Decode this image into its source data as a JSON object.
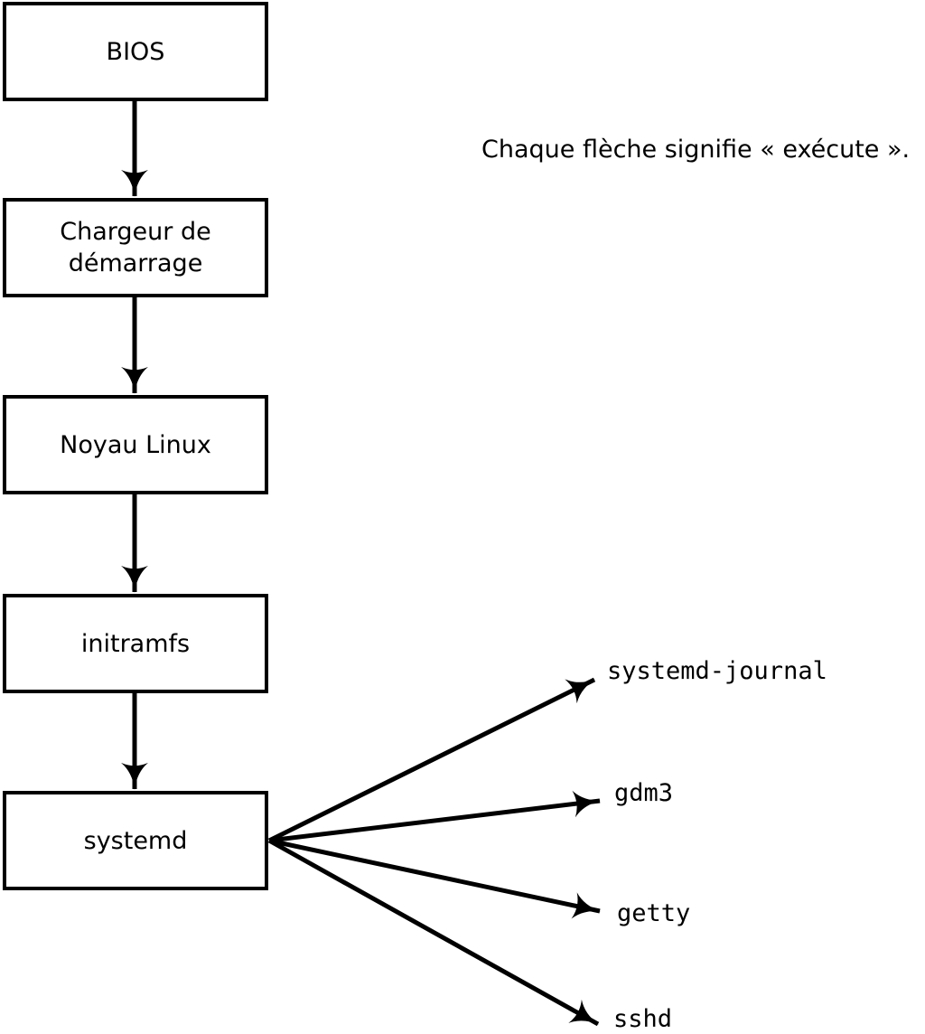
{
  "diagram": {
    "caption": "Chaque flèche signifie « exécute ».",
    "nodes": [
      {
        "id": "bios",
        "label": "BIOS"
      },
      {
        "id": "bootloader",
        "label": "Chargeur de démarrage"
      },
      {
        "id": "kernel",
        "label": "Noyau Linux"
      },
      {
        "id": "initramfs",
        "label": "initramfs"
      },
      {
        "id": "systemd",
        "label": "systemd"
      }
    ],
    "chain_edges": [
      "BIOS → Chargeur de démarrage",
      "Chargeur de démarrage → Noyau Linux",
      "Noyau Linux → initramfs",
      "initramfs → systemd"
    ],
    "spawned_processes": [
      {
        "label": "systemd-journal"
      },
      {
        "label": "gdm3"
      },
      {
        "label": "getty"
      },
      {
        "label": "sshd"
      }
    ],
    "colors": {
      "line": "#000000",
      "text": "#000000",
      "box_fill": "#ffffff",
      "background": "#ffffff"
    }
  }
}
